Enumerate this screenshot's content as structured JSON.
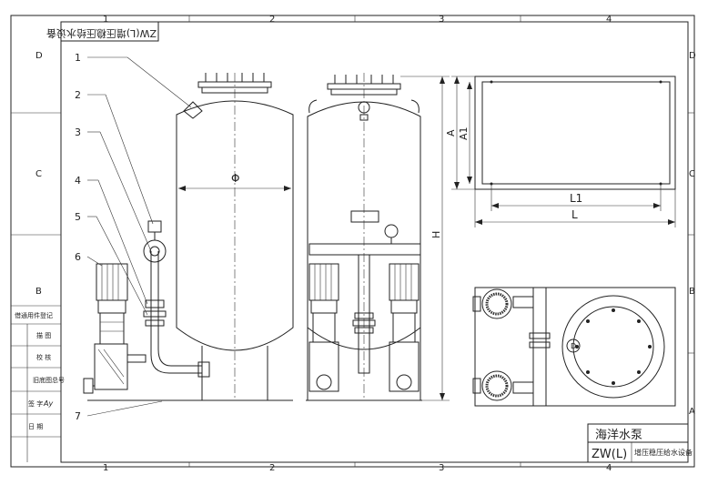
{
  "frame": {
    "top_zones": [
      "1",
      "2",
      "3",
      "4"
    ],
    "bottom_zones": [
      "1",
      "2",
      "3",
      "4"
    ],
    "left_zones": [
      "D",
      "C",
      "B"
    ],
    "right_zones": [
      "D",
      "C",
      "B",
      "A"
    ]
  },
  "corner_stamp": "ZW(L)增压稳压给水设备",
  "part_labels": [
    "1",
    "2",
    "3",
    "4",
    "5",
    "6",
    "7"
  ],
  "dimensions": {
    "phi": "Φ",
    "H": "H",
    "A": "A",
    "A1": "A1",
    "L1": "L1",
    "L": "L"
  },
  "left_table": [
    "借通用件登记",
    "描 图",
    "校 核",
    "旧底图总号",
    "签 字",
    "日 期"
  ],
  "signature": "Ay",
  "title_block": {
    "company": "海洋水泵",
    "model": "ZW(L)",
    "product": "增压稳压给水设备"
  },
  "gauge_symbol": "D"
}
